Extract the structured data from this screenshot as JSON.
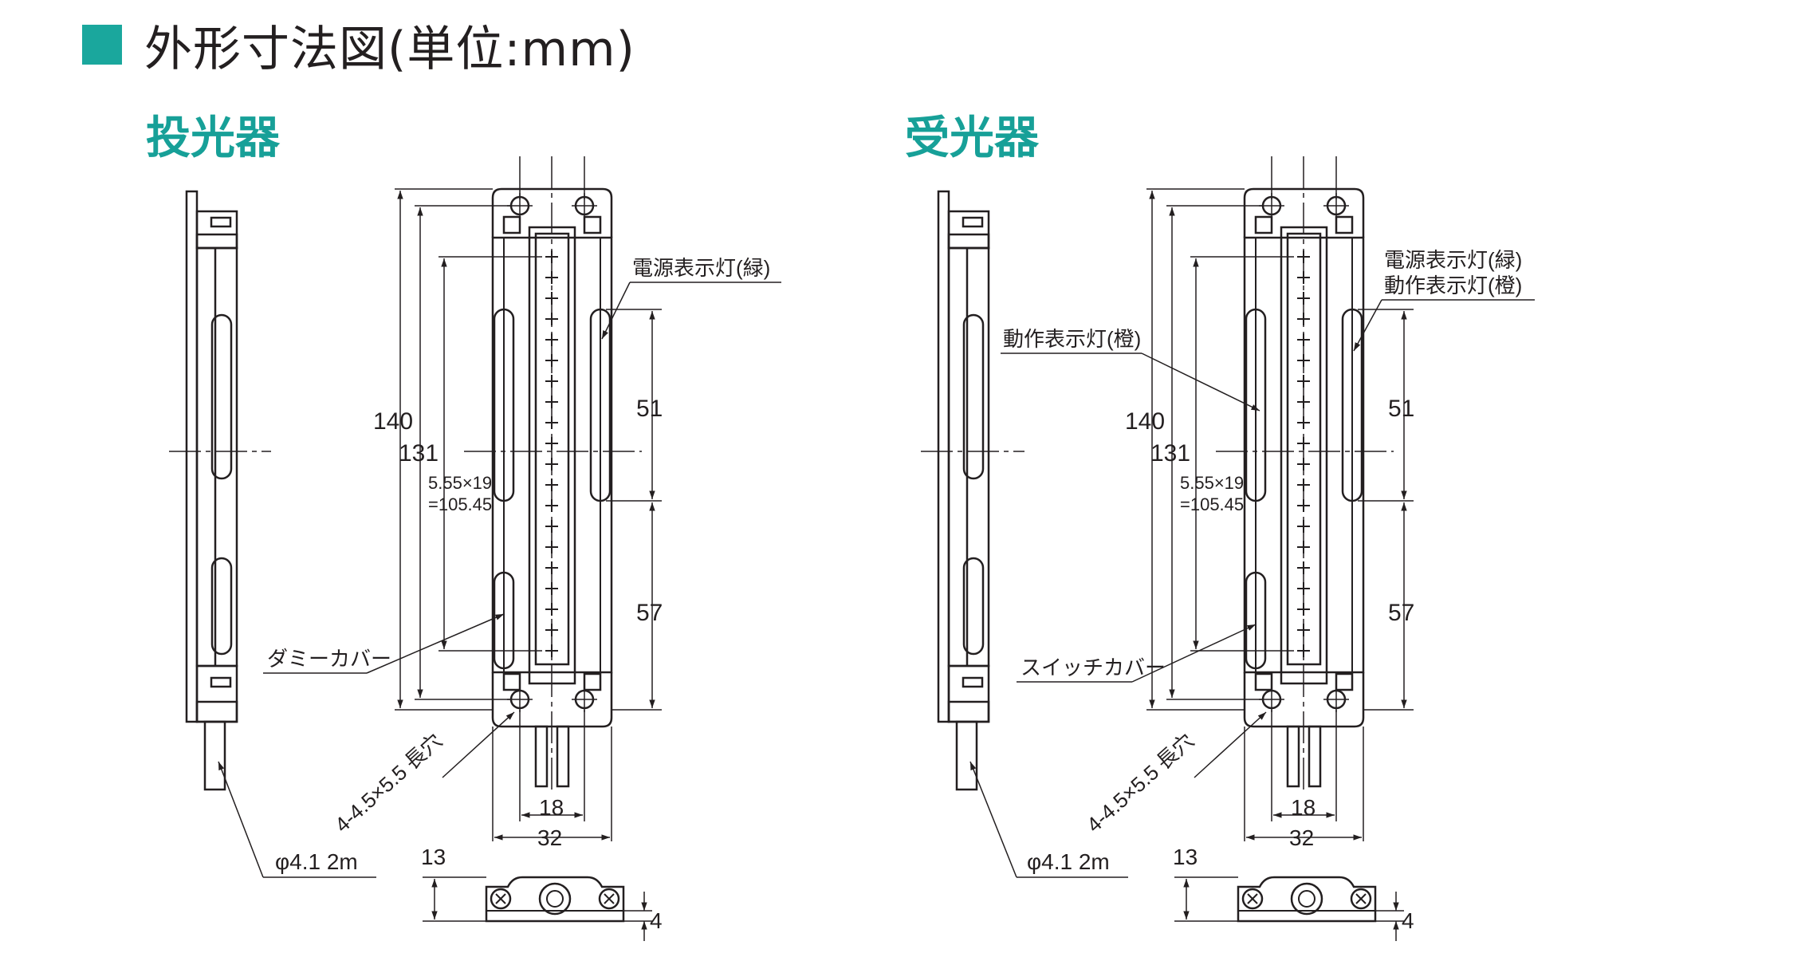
{
  "header": {
    "title": "外形寸法図(単位:mm)",
    "accent_color": "#1aa79d"
  },
  "views": [
    {
      "id": "emitter",
      "title": "投光器",
      "callouts": {
        "indicator": "電源表示灯(緑)",
        "cover": "ダミーカバー",
        "slot": "4-4.5×5.5 長穴",
        "cable": "φ4.1 2m"
      },
      "dims": {
        "total_height": "140",
        "hole_pitch": "131",
        "pitch_line1": "5.55×19",
        "pitch_line2": "=105.45",
        "upper": "51",
        "lower": "57",
        "inner_width": "18",
        "outer_width": "32",
        "depth": "13",
        "small": "4"
      }
    },
    {
      "id": "receiver",
      "title": "受光器",
      "callouts": {
        "indicator": "電源表示灯(緑)",
        "indicator2": "動作表示灯(橙)",
        "operation": "動作表示灯(橙)",
        "cover": "スイッチカバー",
        "slot": "4-4.5×5.5 長穴",
        "cable": "φ4.1 2m"
      },
      "dims": {
        "total_height": "140",
        "hole_pitch": "131",
        "pitch_line1": "5.55×19",
        "pitch_line2": "=105.45",
        "upper": "51",
        "lower": "57",
        "inner_width": "18",
        "outer_width": "32",
        "depth": "13",
        "small": "4"
      }
    }
  ],
  "colors": {
    "line": "#231f20",
    "title": "#17a098"
  }
}
